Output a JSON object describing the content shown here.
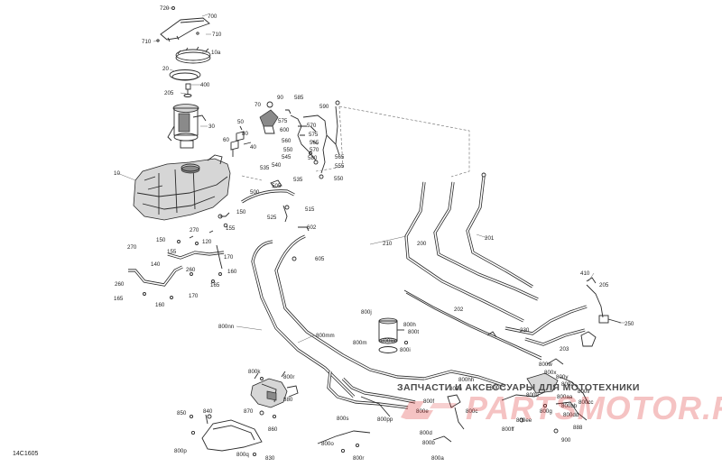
{
  "diagram_code": "14C1605",
  "watermark": {
    "text": "ЗАПЧАСТИ И АКСЕССУАРЫ ДЛЯ МОТОТЕХНИКИ",
    "logo": "PARTSMOTOR.RU",
    "accent_color": "#dc2828"
  },
  "labels": [
    "720",
    "700",
    "710",
    "710",
    "10a",
    "20",
    "400",
    "205",
    "30",
    "70",
    "90",
    "585",
    "590",
    "575",
    "570",
    "600",
    "575",
    "50",
    "560",
    "565",
    "80",
    "60",
    "40",
    "550",
    "570",
    "545",
    "580",
    "555",
    "535",
    "540",
    "535",
    "550",
    "565",
    "10",
    "500",
    "505",
    "150",
    "515",
    "525",
    "602",
    "155",
    "270",
    "150",
    "120",
    "170",
    "270",
    "155",
    "605",
    "140",
    "260",
    "160",
    "260",
    "165",
    "170",
    "165",
    "160",
    "210",
    "200",
    "201",
    "410",
    "205",
    "250",
    "202",
    "230",
    "203",
    "800j",
    "800h",
    "800t",
    "800kk",
    "800m",
    "800nn",
    "800mm",
    "800i",
    "800k",
    "800r",
    "800hh",
    "800n",
    "800l",
    "800f",
    "800c",
    "800w",
    "800x",
    "800y",
    "800z",
    "800aa",
    "800bb",
    "800v",
    "800u",
    "800g",
    "800ee",
    "800cc",
    "800dd",
    "800e",
    "800d",
    "800ff",
    "888",
    "900",
    "880",
    "870",
    "860",
    "850",
    "840",
    "800p",
    "800s",
    "800pp",
    "800o",
    "800q",
    "830",
    "800r",
    "800b",
    "800a"
  ]
}
